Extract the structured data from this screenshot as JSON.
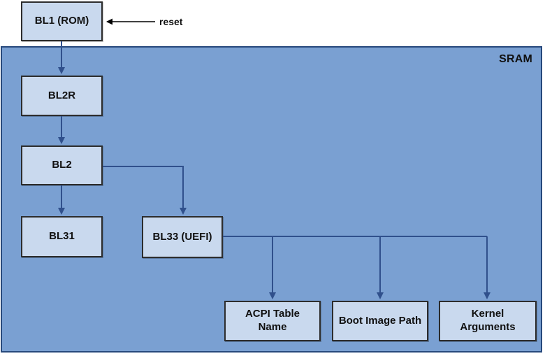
{
  "diagram": {
    "container_label": "SRAM",
    "reset_label": "reset",
    "nodes": {
      "bl1": {
        "label": "BL1 (ROM)"
      },
      "bl2r": {
        "label": "BL2R"
      },
      "bl2": {
        "label": "BL2"
      },
      "bl31": {
        "label": "BL31"
      },
      "bl33": {
        "label": "BL33 (UEFI)"
      },
      "acpi": {
        "label": "ACPI Table Name"
      },
      "boot": {
        "label": "Boot Image Path"
      },
      "kernel": {
        "label": "Kernel Arguments"
      }
    },
    "edges": [
      {
        "from": "reset",
        "to": "bl1"
      },
      {
        "from": "bl1",
        "to": "bl2r"
      },
      {
        "from": "bl2r",
        "to": "bl2"
      },
      {
        "from": "bl2",
        "to": "bl31"
      },
      {
        "from": "bl2",
        "to": "bl33"
      },
      {
        "from": "bl33",
        "to": "acpi"
      },
      {
        "from": "bl33",
        "to": "boot"
      },
      {
        "from": "bl33",
        "to": "kernel"
      }
    ],
    "colors": {
      "container_fill": "#7aa0d2",
      "container_border": "#27497c",
      "node_fill": "#c9d9ee",
      "node_border": "#2d2d2d",
      "connector": "#30508c",
      "reset_arrow": "#000000",
      "text": "#111111"
    }
  }
}
